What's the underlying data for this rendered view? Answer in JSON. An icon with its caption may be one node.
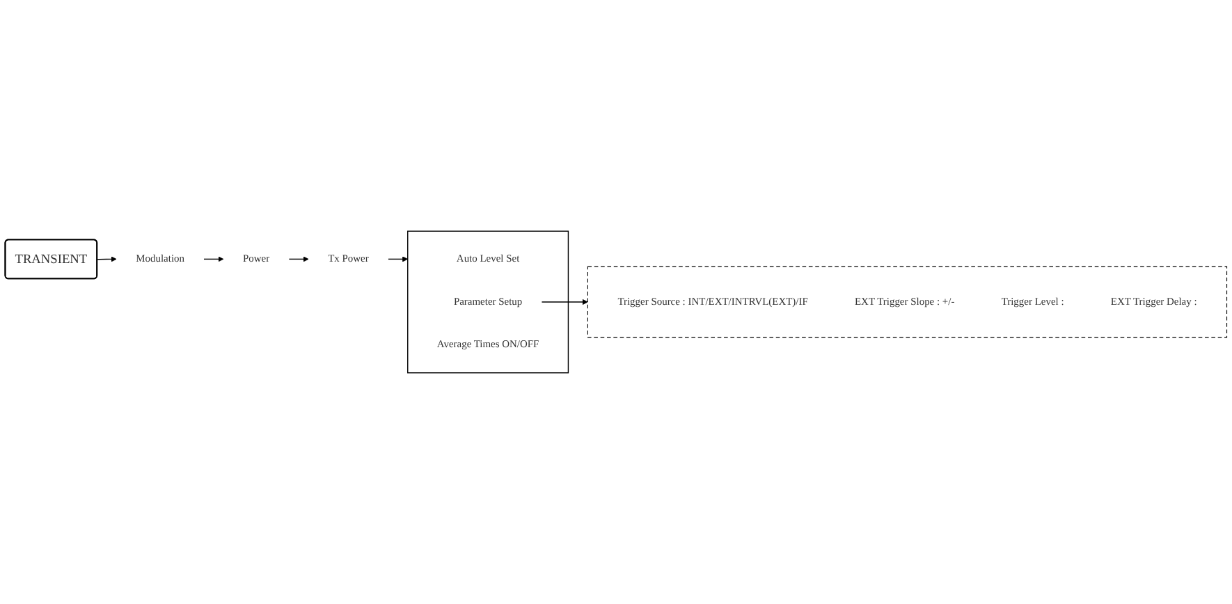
{
  "diagram": {
    "nodes": [
      {
        "text": [
          "TRANSIENT"
        ]
      },
      {
        "text": [
          "Modulation"
        ]
      },
      {
        "text": [
          "Power"
        ]
      },
      {
        "text": [
          "Tx Power"
        ]
      },
      {
        "text": [],
        "shape": "bracket"
      },
      {
        "text": [
          "Auto Level Set"
        ],
        "in": 4
      },
      {
        "text": [
          "Parameter Setup"
        ],
        "in": 4
      },
      {
        "text": [
          "Average Times ON/OFF"
        ],
        "in": 4
      },
      {
        "text": [],
        "shape": "box"
      },
      {
        "text": [
          "Trigger Source : INT/EXT/INTRVL(EXT)/IF"
        ],
        "in": 8
      },
      {
        "text": [
          "EXT Trigger Slope : +/-"
        ],
        "in": 8
      },
      {
        "text": [
          "Trigger Level :"
        ],
        "in": 8
      },
      {
        "text": [
          "EXT Trigger Delay :"
        ],
        "in": 8
      }
    ],
    "edges": [
      {
        "from": 0,
        "to": 1,
        "arrow": "to"
      },
      {
        "from": 1,
        "to": 2,
        "arrow": "to"
      },
      {
        "from": 2,
        "to": 3,
        "arrow": "to"
      },
      {
        "from": 3,
        "to": 4,
        "arrow": "to"
      },
      {
        "from": 6,
        "to": 8,
        "arrow": "to"
      }
    ]
  }
}
